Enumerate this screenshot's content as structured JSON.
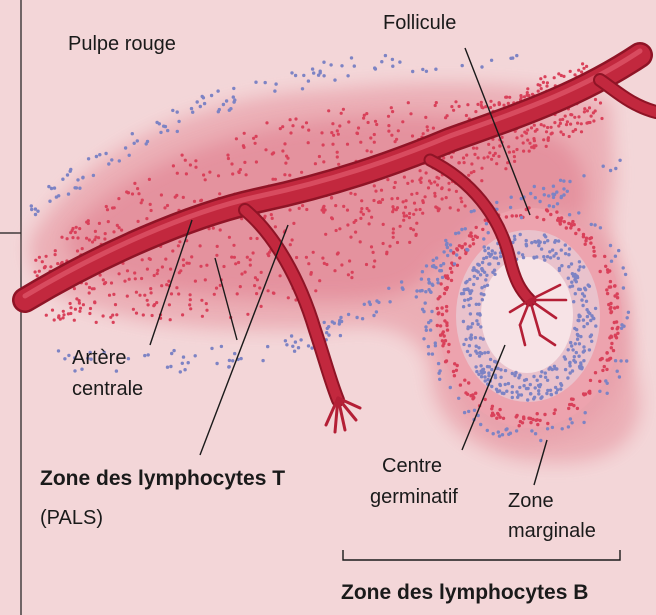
{
  "diagram": {
    "labels": {
      "red_pulp": "Pulpe rouge",
      "follicle": "Follicule",
      "central_artery_line1": "Artère",
      "central_artery_line2": "centrale",
      "t_zone_line1": "Zone des lymphocytes T",
      "t_zone_line2": "(PALS)",
      "germinal_center_line1": "Centre",
      "germinal_center_line2": "germinatif",
      "marginal_zone_line1": "Zone",
      "marginal_zone_line2": "marginale",
      "b_zone": "Zone des lymphocytes B"
    },
    "colors": {
      "background": "#f3d6d8",
      "sheath": "#eaa8b0",
      "sheath_dots": "#d9415a",
      "outer_dots": "#7d83c4",
      "germinal_center": "#f7e3e6",
      "artery": "#c2283e",
      "artery_dark": "#8f1426",
      "leader_lines": "#1a1a1a"
    }
  }
}
